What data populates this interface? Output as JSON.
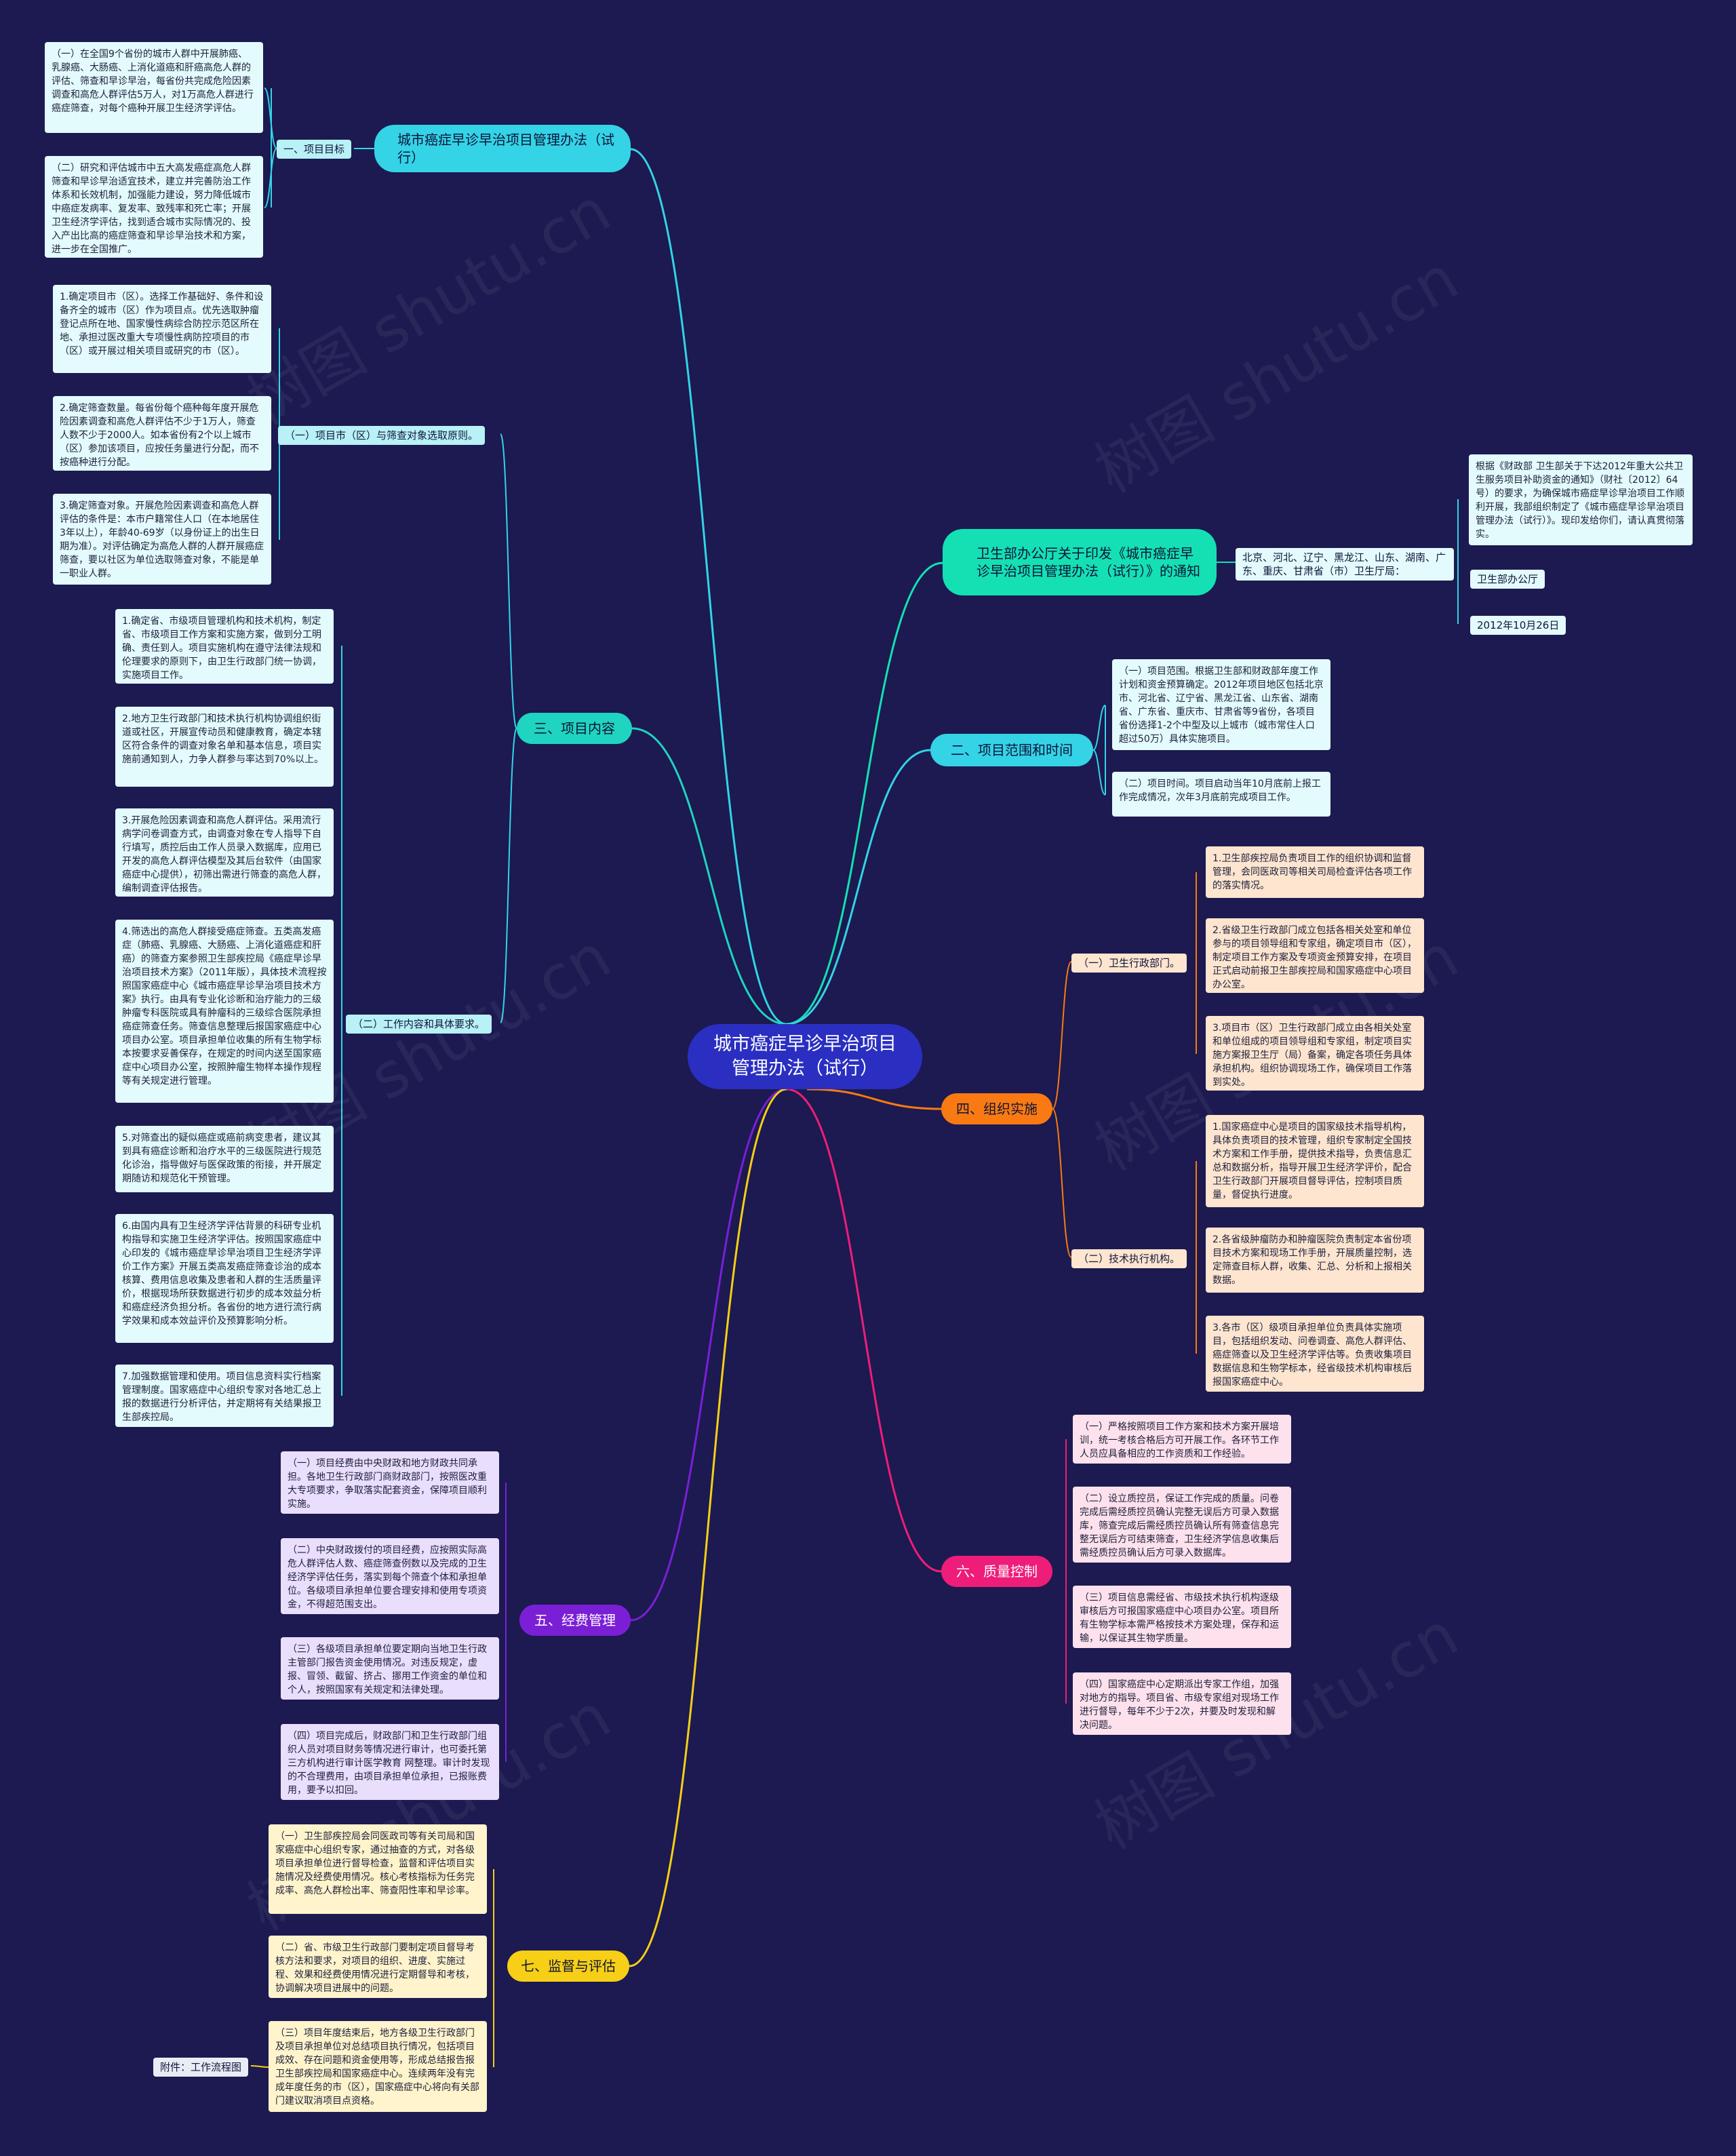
{
  "root": "城市癌症早诊早治项目管理办法（试行）",
  "branches": {
    "b1": "城市癌症早诊早治项目管理办法（试行）",
    "b2": "卫生部办公厅关于印发《城市癌症早诊早治项目管理办法（试行）》的通知",
    "b3": "二、项目范围和时间",
    "b4": "三、项目内容",
    "b5": "四、组织实施",
    "b6": "五、经费管理",
    "b7": "六、质量控制",
    "b8": "七、监督与评估"
  },
  "subs": {
    "goal": "一、项目目标",
    "cityselect": "（一）项目市（区）与筛查对象选取原则。",
    "workcontent": "（二）工作内容和具体要求。",
    "recipients": "北京、河北、辽宁、黑龙江、山东、湖南、广东、重庆、甘肃省（市）卫生厅局：",
    "issuer": "卫生部办公厅",
    "date": "2012年10月26日",
    "health_dept": "（一）卫生行政部门。",
    "tech": "（二）技术执行机构。",
    "attachment": "附件：工作流程图"
  },
  "leaves": {
    "goal1": "（一）在全国9个省份的城市人群中开展肺癌、乳腺癌、大肠癌、上消化道癌和肝癌高危人群的评估、筛查和早诊早治，每省份共完成危险因素调查和高危人群评估5万人，对1万高危人群进行癌症筛查，对每个癌种开展卫生经济学评估。",
    "goal2": "（二）研究和评估城市中五大高发癌症高危人群筛查和早诊早治适宜技术，建立并完善防治工作体系和长效机制，加强能力建设，努力降低城市中癌症发病率、复发率、致残率和死亡率；开展卫生经济学评估，找到适合城市实际情况的、投入产出比高的癌症筛查和早诊早治技术和方案，进一步在全国推广。",
    "sel1": "1.确定项目市（区）。选择工作基础好、条件和设备齐全的城市（区）作为项目点。优先选取肿瘤登记点所在地、国家慢性病综合防控示范区所在地、承担过医改重大专项慢性病防控项目的市（区）或开展过相关项目或研究的市（区）。",
    "sel2": "2.确定筛查数量。每省份每个癌种每年度开展危险因素调查和高危人群评估不少于1万人，筛查人数不少于2000人。如本省份有2个以上城市（区）参加该项目，应按任务量进行分配，而不按癌种进行分配。",
    "sel3": "3.确定筛查对象。开展危险因素调查和高危人群评估的条件是：本市户籍常住人口（在本地居住3年以上），年龄40-69岁（以身份证上的出生日期为准）。对评估确定为高危人群的人群开展癌症筛查，要以社区为单位选取筛查对象，不能是单一职业人群。",
    "wc1": "1.确定省、市级项目管理机构和技术机构，制定省、市级项目工作方案和实施方案，做到分工明确、责任到人。项目实施机构在遵守法律法规和伦理要求的原则下，由卫生行政部门统一协调，实施项目工作。",
    "wc2": "2.地方卫生行政部门和技术执行机构协调组织街道或社区，开展宣传动员和健康教育，确定本辖区符合条件的调查对象名单和基本信息，项目实施前通知到人，力争人群参与率达到70%以上。",
    "wc3": "3.开展危险因素调查和高危人群评估。采用流行病学问卷调查方式，由调查对象在专人指导下自行填写，质控后由工作人员录入数据库，应用已开发的高危人群评估模型及其后台软件（由国家癌症中心提供），初筛出需进行筛查的高危人群，编制调查评估报告。",
    "wc4": "4.筛选出的高危人群接受癌症筛查。五类高发癌症（肺癌、乳腺癌、大肠癌、上消化道癌症和肝癌）的筛查方案参照卫生部疾控局《癌症早诊早治项目技术方案》（2011年版），具体技术流程按照国家癌症中心《城市癌症早诊早治项目技术方案》执行。由具有专业化诊断和治疗能力的三级肿瘤专科医院或具有肿瘤科的三级综合医院承担癌症筛查任务。筛查信息整理后报国家癌症中心项目办公室。项目承担单位收集的所有生物学标本按要求妥善保存，在规定的时间内送至国家癌症中心项目办公室，按照肿瘤生物样本操作规程等有关规定进行管理。",
    "wc5": "5.对筛查出的疑似癌症或癌前病变患者，建议其到具有癌症诊断和治疗水平的三级医院进行规范化诊治，指导做好与医保政策的衔接，并开展定期随访和规范化干预管理。",
    "wc6": "6.由国内具有卫生经济学评估背景的科研专业机构指导和实施卫生经济学评估。按照国家癌症中心印发的《城市癌症早诊早治项目卫生经济学评价工作方案》开展五类高发癌症筛查诊治的成本核算、费用信息收集及患者和人群的生活质量评价，根据现场所获数据进行初步的成本效益分析和癌症经济负担分析。各省份的地方进行流行病学效果和成本效益评价及预算影响分析。",
    "wc7": "7.加强数据管理和使用。项目信息资料实行档案管理制度。国家癌症中心组织专家对各地汇总上报的数据进行分析评估，并定期将有关结果报卫生部疾控局。",
    "b2leaf": "根据《财政部 卫生部关于下达2012年重大公共卫生服务项目补助资金的通知》（财社〔2012〕64号）的要求，为确保城市癌症早诊早治项目工作顺利开展，我部组织制定了《城市癌症早诊早治项目管理办法（试行）》。现印发给你们，请认真贯彻落实。",
    "scope1": "（一）项目范围。根据卫生部和财政部年度工作计划和资金预算确定。2012年项目地区包括北京市、河北省、辽宁省、黑龙江省、山东省、湖南省、广东省、重庆市、甘肃省等9省份，各项目省份选择1-2个中型及以上城市（城市常住人口超过50万）具体实施项目。",
    "scope2": "（二）项目时间。项目启动当年10月底前上报工作完成情况，次年3月底前完成项目工作。",
    "org1": "1.卫生部疾控局负责项目工作的组织协调和监督管理，会同医政司等相关司局检查评估各项工作的落实情况。",
    "org2": "2.省级卫生行政部门成立包括各相关处室和单位参与的项目领导组和专家组，确定项目市（区），制定项目工作方案及专项资金预算安排，在项目正式启动前报卫生部疾控局和国家癌症中心项目办公室。",
    "org3": "3.项目市（区）卫生行政部门成立由各相关处室和单位组成的项目领导组和专家组，制定项目实施方案报卫生厅（局）备案，确定各项任务具体承担机构。组织协调现场工作，确保项目工作落到实处。",
    "tech1": "1.国家癌症中心是项目的国家级技术指导机构，具体负责项目的技术管理，组织专家制定全国技术方案和工作手册，提供技术指导，负责信息汇总和数据分析，指导开展卫生经济学评价，配合卫生行政部门开展项目督导评估，控制项目质量，督促执行进度。",
    "tech2": "2.各省级肿瘤防办和肿瘤医院负责制定本省份项目技术方案和现场工作手册，开展质量控制，选定筛查目标人群，收集、汇总、分析和上报相关数据。",
    "tech3": "3.各市（区）级项目承担单位负责具体实施项目，包括组织发动、问卷调查、高危人群评估、癌症筛查以及卫生经济学评估等。负责收集项目数据信息和生物学标本，经省级技术机构审核后报国家癌症中心。",
    "fund1": "（一）项目经费由中央财政和地方财政共同承担。各地卫生行政部门商财政部门，按照医改重大专项要求，争取落实配套资金，保障项目顺利实施。",
    "fund2": "（二）中央财政拨付的项目经费，应按照实际高危人群评估人数、癌症筛查例数以及完成的卫生经济学评估任务，落实到每个筛查个体和承担单位。各级项目承担单位要合理安排和使用专项资金，不得超范围支出。",
    "fund3": "（三）各级项目承担单位要定期向当地卫生行政主管部门报告资金使用情况。对违反规定，虚报、冒领、截留、挤占、挪用工作资金的单位和个人，按照国家有关规定和法律处理。",
    "fund4": "（四）项目完成后，财政部门和卫生行政部门组织人员对项目财务等情况进行审计，也可委托第三方机构进行审计医学教育 网整理。审计时发现的不合理费用，由项目承担单位承担，已报账费用，要予以扣回。",
    "qc1": "（一）严格按照项目工作方案和技术方案开展培训，统一考核合格后方可开展工作。各环节工作人员应具备相应的工作资质和工作经验。",
    "qc2": "（二）设立质控员，保证工作完成的质量。问卷完成后需经质控员确认完整无误后方可录入数据库，筛查完成后需经质控员确认所有筛查信息完整无误后方可结束筛查，卫生经济学信息收集后需经质控员确认后方可录入数据库。",
    "qc3": "（三）项目信息需经省、市级技术执行机构逐级审核后方可报国家癌症中心项目办公室。项目所有生物学标本需严格按技术方案处理，保存和运输，以保证其生物学质量。",
    "qc4": "（四）国家癌症中心定期派出专家工作组，加强对地方的指导。项目省、市级专家组对现场工作进行督导，每年不少于2次，并要及时发现和解决问题。",
    "sup1": "（一）卫生部疾控局会同医政司等有关司局和国家癌症中心组织专家，通过抽查的方式，对各级项目承担单位进行督导检查，监督和评估项目实施情况及经费使用情况。核心考核指标为任务完成率、高危人群检出率、筛查阳性率和早诊率。",
    "sup2": "（二）省、市级卫生行政部门要制定项目督导考核方法和要求，对项目的组织、进度、实施过程、效果和经费使用情况进行定期督导和考核，协调解决项目进展中的问题。",
    "sup3": "（三）项目年度结束后，地方各级卫生行政部门及项目承担单位对总结项目执行情况，包括项目成效、存在问题和资金使用等，形成总结报告报卫生部疾控局和国家癌症中心。连续两年没有完成年度任务的市（区），国家癌症中心将向有关部门建议取消项目点资格。"
  },
  "colors": {
    "background": "#1c1a50",
    "root": "#2a2fc2",
    "cyan": "#34d3e6",
    "teal": "#14e0b4",
    "orange": "#f97a12",
    "pink": "#ee1d7a",
    "purple": "#7b1fd6",
    "yellow": "#f6cf16"
  },
  "watermark": "树图 shutu.cn"
}
